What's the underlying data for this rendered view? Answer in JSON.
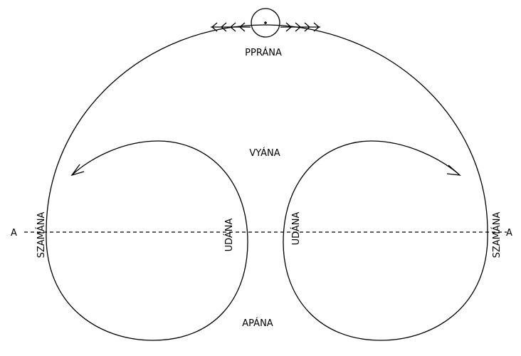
{
  "labels": {
    "top": "PPRÁNA",
    "middle": "VYÁNA",
    "bottom": "APÁNA",
    "left_outer": "SZAMÁNA",
    "right_outer": "SZAMÁNA",
    "left_inner": "UDÁNA",
    "right_inner": "UDÁNA",
    "axis_left": "A",
    "axis_right": "A"
  },
  "colors": {
    "stroke": "#000000",
    "background": "#ffffff"
  }
}
